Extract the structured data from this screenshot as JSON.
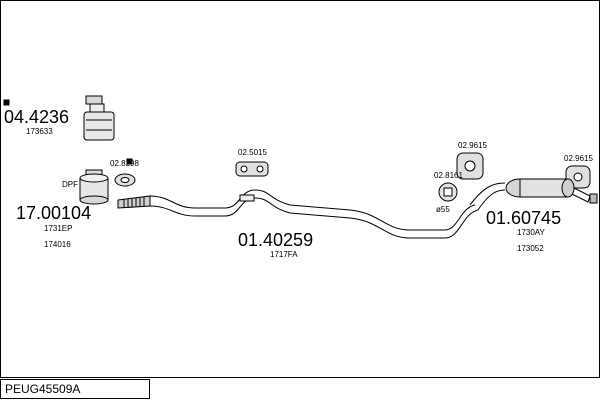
{
  "diagram_code": "PEUG45509A",
  "parts": [
    {
      "part_no": "04.4236",
      "ref": "173633"
    },
    {
      "part_no": "17.00104",
      "refs": [
        "1731EP",
        "174016"
      ],
      "tag": "DPF"
    },
    {
      "part_no": "02.8298"
    },
    {
      "part_no": "02.5015"
    },
    {
      "part_no": "01.40259",
      "ref": "1717FA"
    },
    {
      "part_no": "02.9615"
    },
    {
      "part_no": "02.8161",
      "size": "ø55"
    },
    {
      "part_no": "02.9615"
    },
    {
      "part_no": "01.60745",
      "refs": [
        "1730AY",
        "173052"
      ]
    }
  ]
}
